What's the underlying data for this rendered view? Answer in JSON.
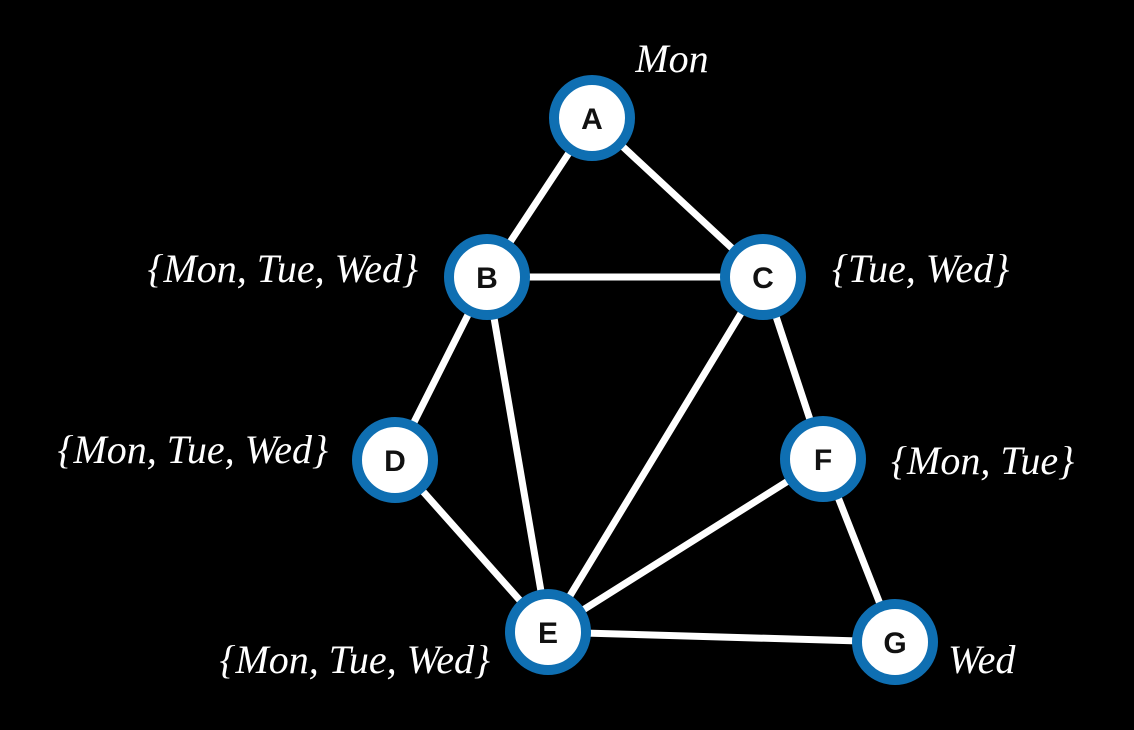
{
  "diagram": {
    "background": "#000000",
    "edge_color": "#ffffff",
    "node_ring_color": "#0f6fb2",
    "node_fill_color": "#ffffff",
    "nodes": [
      {
        "id": "A",
        "label": "A",
        "domain": "Mon"
      },
      {
        "id": "B",
        "label": "B",
        "domain": "{Mon, Tue, Wed}"
      },
      {
        "id": "C",
        "label": "C",
        "domain": "{Tue, Wed}"
      },
      {
        "id": "D",
        "label": "D",
        "domain": "{Mon, Tue, Wed}"
      },
      {
        "id": "E",
        "label": "E",
        "domain": "{Mon, Tue, Wed}"
      },
      {
        "id": "F",
        "label": "F",
        "domain": "{Mon, Tue}"
      },
      {
        "id": "G",
        "label": "G",
        "domain": "Wed"
      }
    ],
    "edges": [
      [
        "A",
        "B"
      ],
      [
        "A",
        "C"
      ],
      [
        "B",
        "C"
      ],
      [
        "B",
        "D"
      ],
      [
        "B",
        "E"
      ],
      [
        "D",
        "E"
      ],
      [
        "C",
        "E"
      ],
      [
        "C",
        "F"
      ],
      [
        "E",
        "F"
      ],
      [
        "F",
        "G"
      ],
      [
        "E",
        "G"
      ]
    ]
  }
}
